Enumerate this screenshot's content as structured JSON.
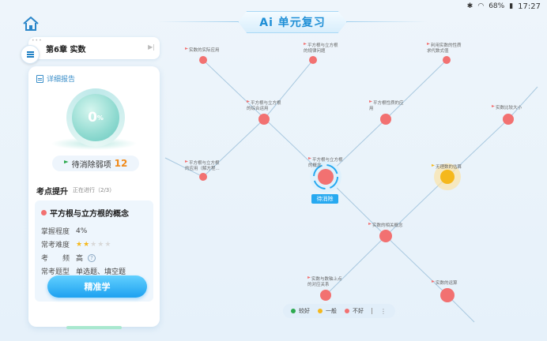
{
  "status": {
    "battery": "68%",
    "time": "17:27"
  },
  "title": "Ai 单元复习",
  "chapter": "第6章 实数",
  "report_link": "详细报告",
  "progress": {
    "percent_value": "0",
    "percent_unit": "%"
  },
  "weak": {
    "label": "待消除弱项",
    "count": "12"
  },
  "section": {
    "title": "考点提升",
    "status": "正在进行（2/3）"
  },
  "card": {
    "name": "平方根与立方根的概念",
    "mastery_key": "掌握程度",
    "mastery_val": "4%",
    "difficulty_key": "常考难度",
    "difficulty_stars": 2,
    "difficulty_max": 5,
    "freq_key": "考　　频",
    "freq_val": "高",
    "type_key": "常考题型",
    "type_val": "单选题、填空题"
  },
  "cta": "精准学",
  "colors": {
    "bad": "#f27171",
    "normal": "#f5b81c",
    "good": "#2eaa4f",
    "accent": "#1da1f0"
  },
  "nodes": [
    {
      "id": "n1",
      "label": [
        "实数的实际应用"
      ],
      "status": "bad"
    },
    {
      "id": "n2",
      "label": [
        "平方根与立方根",
        "的规律问题"
      ],
      "status": "bad"
    },
    {
      "id": "n3",
      "label": [
        "利用实数的性质",
        "求代数式值"
      ],
      "status": "bad"
    },
    {
      "id": "n4",
      "label": [
        "平方根与立方根",
        "的综合运用"
      ],
      "status": "bad"
    },
    {
      "id": "n5",
      "label": [
        "平方根性质的应",
        "用"
      ],
      "status": "bad"
    },
    {
      "id": "n6",
      "label": [
        "实数比较大小"
      ],
      "status": "bad"
    },
    {
      "id": "n7",
      "label": [
        "平方根与立方根",
        "的应用（解方程..."
      ],
      "status": "bad"
    },
    {
      "id": "n8",
      "label": [
        "平方根与立方根",
        "的概念"
      ],
      "status": "bad"
    },
    {
      "id": "n9",
      "label": [
        "无理数的估算"
      ],
      "status": "normal"
    },
    {
      "id": "n10",
      "label": [
        "实数的相关概念"
      ],
      "status": "bad"
    },
    {
      "id": "n11",
      "label": [
        "实数与数轴上点",
        "的对应关系"
      ],
      "status": "bad"
    },
    {
      "id": "n12",
      "label": [
        "实数的运算"
      ],
      "status": "bad"
    }
  ],
  "current_tag": "待消除",
  "legend": [
    {
      "label": "较好",
      "color": "#2eaa4f"
    },
    {
      "label": "一般",
      "color": "#f5b81c"
    },
    {
      "label": "不好",
      "color": "#f27171"
    }
  ],
  "legend_more": "⋮"
}
